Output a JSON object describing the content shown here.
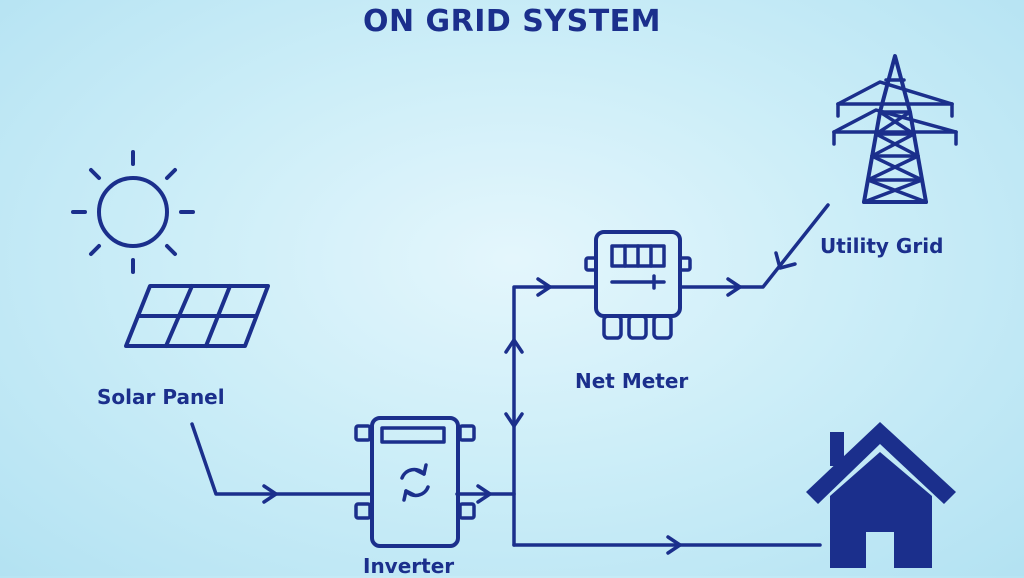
{
  "title": "ON GRID SYSTEM",
  "nodes": {
    "solar_panel": {
      "label": "Solar Panel"
    },
    "inverter": {
      "label": "Inverter"
    },
    "net_meter": {
      "label": "Net Meter"
    },
    "utility_grid": {
      "label": "Utility Grid"
    },
    "home": {
      "label": ""
    }
  },
  "colors": {
    "primary": "#1b2f8c",
    "background": "#cdeef8"
  },
  "icons": [
    "sun-icon",
    "solar-panel-icon",
    "inverter-icon",
    "net-meter-icon",
    "transmission-tower-icon",
    "house-icon"
  ]
}
